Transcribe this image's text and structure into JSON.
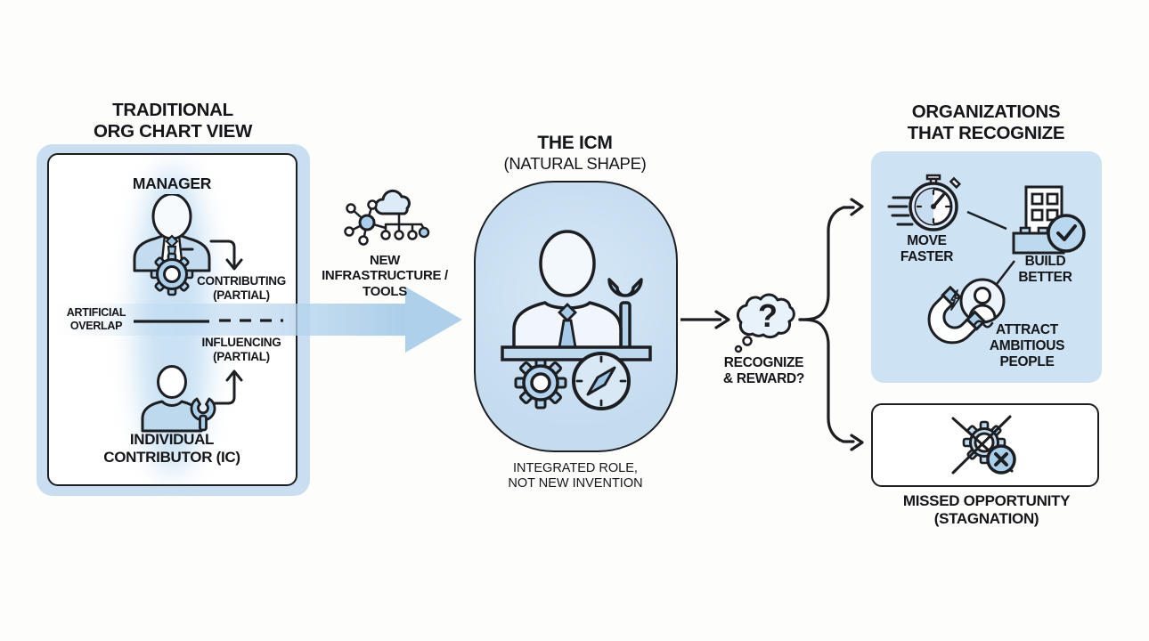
{
  "colors": {
    "panel_blue": "#c9dff1",
    "blob_blue": "#c5dcef",
    "org_blue": "#cde2f3",
    "icon_blue": "#aed2ec",
    "stroke_dark": "#1c1e22",
    "text": "#141619"
  },
  "left_panel": {
    "title_line1": "TRADITIONAL",
    "title_line2": "ORG CHART VIEW",
    "manager_label": "MANAGER",
    "contributing_line1": "CONTRIBUTING",
    "contributing_line2": "(PARTIAL)",
    "overlap_line1": "ARTIFICIAL",
    "overlap_line2": "OVERLAP",
    "influencing_line1": "INFLUENCING",
    "influencing_line2": "(PARTIAL)",
    "ic_label_line1": "INDIVIDUAL",
    "ic_label_line2": "CONTRIBUTOR (IC)"
  },
  "infrastructure": {
    "label_line1": "NEW",
    "label_line2": "INFRASTRUCTURE /",
    "label_line3": "TOOLS"
  },
  "icm": {
    "title": "THE ICM",
    "subtitle": "(NATURAL SHAPE)",
    "caption_line1": "INTEGRATED ROLE,",
    "caption_line2": "NOT NEW INVENTION"
  },
  "decision": {
    "question_mark": "?",
    "label_line1": "RECOGNIZE",
    "label_line2": "& REWARD?"
  },
  "recognize": {
    "title_line1": "ORGANIZATIONS",
    "title_line2": "THAT RECOGNIZE",
    "move_faster_line1": "MOVE",
    "move_faster_line2": "FASTER",
    "build_better_line1": "BUILD",
    "build_better_line2": "BETTER",
    "attract_line1": "ATTRACT",
    "attract_line2": "AMBITIOUS",
    "attract_line3": "PEOPLE"
  },
  "missed": {
    "label_line1": "MISSED OPPORTUNITY",
    "label_line2": "(STAGNATION)"
  }
}
